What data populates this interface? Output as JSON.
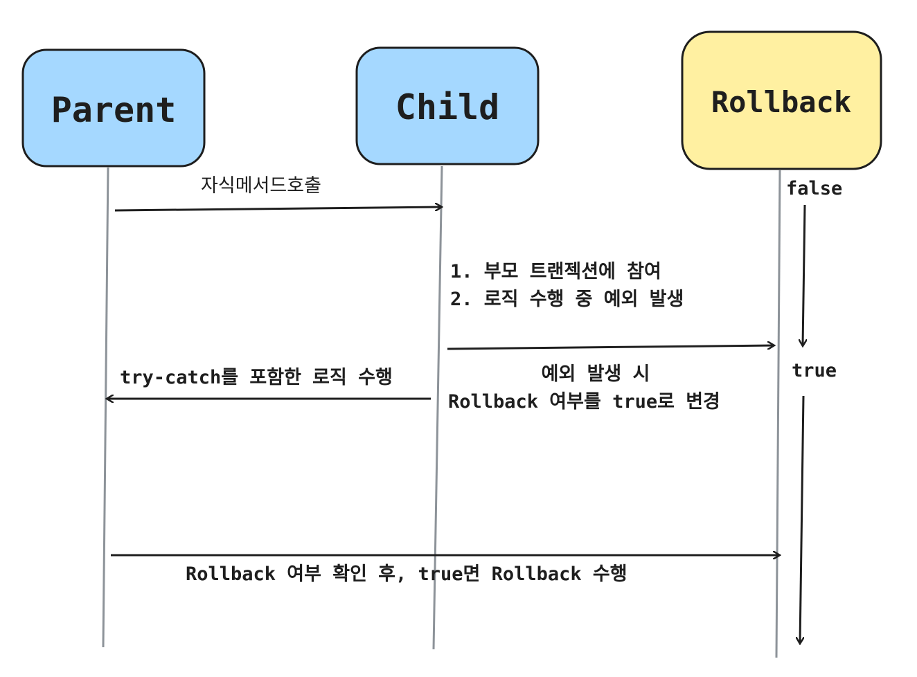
{
  "participants": {
    "parent": {
      "label": "Parent",
      "fill": "#a5d8ff"
    },
    "child": {
      "label": "Child",
      "fill": "#a5d8ff"
    },
    "rollback": {
      "label": "Rollback",
      "fill": "#fff0a1"
    }
  },
  "colors": {
    "stroke": "#1e1e1e",
    "lifeline": "#8d9399"
  },
  "states": {
    "initial": "false",
    "after": "true"
  },
  "messages": {
    "call_child": "자식메서드호출",
    "child_steps": [
      "1. 부모 트랜젝션에 참여",
      "2. 로직 수행 중 예외 발생"
    ],
    "on_exception": [
      "예외 발생 시",
      "Rollback 여부를 true로 변경"
    ],
    "parent_logic": "try-catch를 포함한 로직 수행",
    "final_check": "Rollback 여부 확인 후, true면 Rollback 수행"
  }
}
